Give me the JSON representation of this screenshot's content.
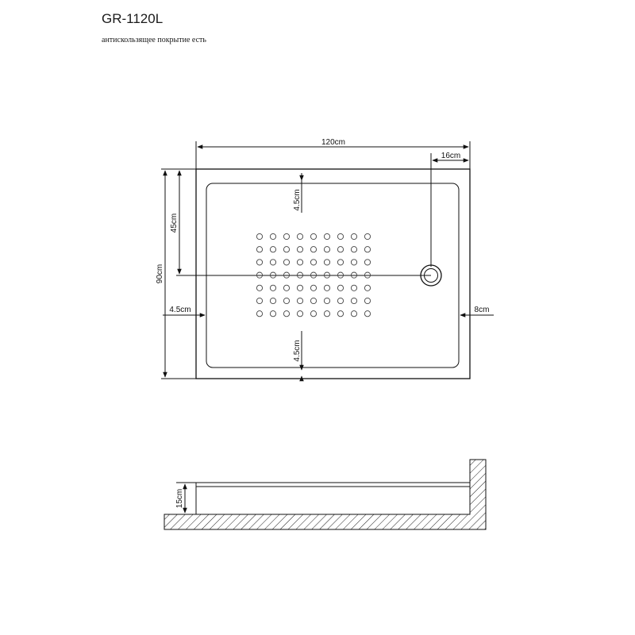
{
  "header": {
    "model": "GR-1120L",
    "note": "антискользящее покрытие есть"
  },
  "plan_view": {
    "labels": {
      "width": "120cm",
      "drain_offset": "16cm",
      "depth": "90cm",
      "drain_depth_offset": "45cm",
      "rim_top": "4.5cm",
      "rim_bottom": "4.5cm",
      "rim_left": "4.5cm",
      "rim_right": "8cm"
    },
    "antislip_grid": {
      "rows": 7,
      "cols": 9
    }
  },
  "section_view": {
    "labels": {
      "height": "15cm"
    }
  }
}
